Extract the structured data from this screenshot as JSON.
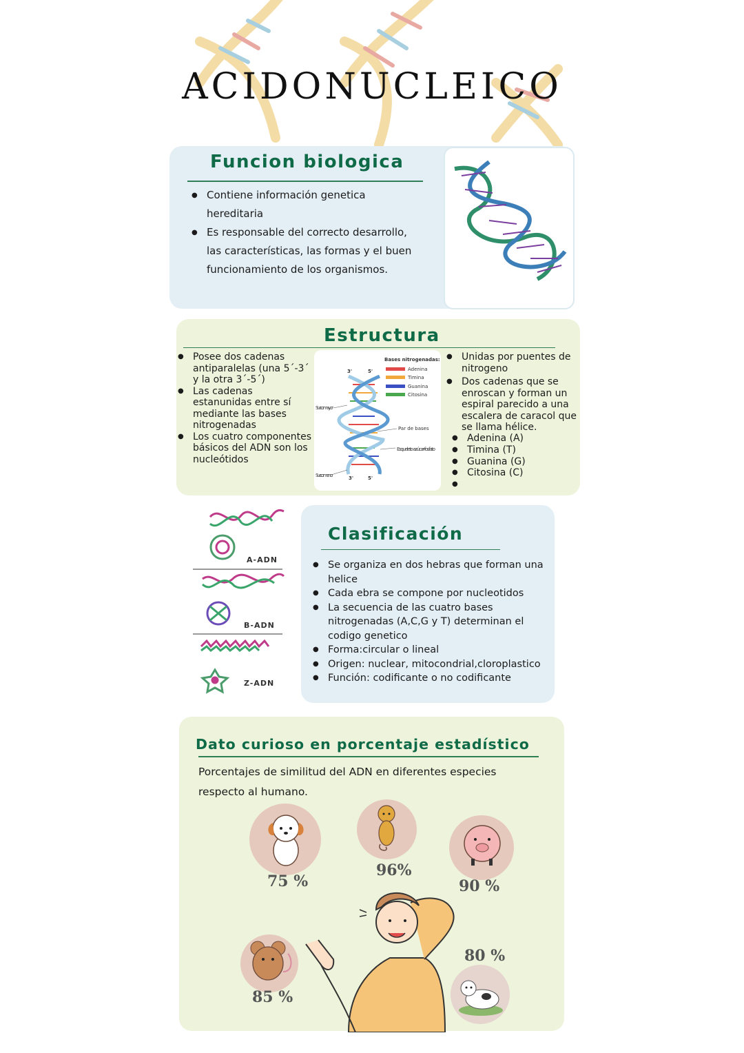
{
  "title": "ACIDONUCLEICO",
  "funcion": {
    "heading": "Funcion biologica",
    "items": [
      "Contiene información genetica hereditaria",
      "Es responsable del correcto desarrollo,  las características, las formas y el buen funcionamiento de los organismos."
    ]
  },
  "estructura": {
    "heading": "Estructura",
    "left_items": [
      "Posee dos cadenas antiparalelas (una 5´-3´ y la otra 3´-5´)",
      "Las cadenas estanunidas entre sí mediante las bases nitrogenadas",
      "Los cuatro componentes básicos del ADN son los nucleótidos"
    ],
    "right_items": [
      "Unidas por puentes de nitrogeno",
      "Dos cadenas que se enroscan y forman un espiral parecido a una escalera de caracol que se llama hélice."
    ],
    "bases": [
      "Adenina (A)",
      "Timina (T)",
      "Guanina (G)",
      "Citosina (C)",
      ""
    ],
    "diagram": {
      "legend_title": "Bases nitrogenadas:",
      "legend": [
        {
          "label": "Adenina",
          "color": "#e24a4a"
        },
        {
          "label": "Timina",
          "color": "#f0a93a"
        },
        {
          "label": "Guanina",
          "color": "#3a4fc2"
        },
        {
          "label": "Citosina",
          "color": "#4aa84e"
        }
      ],
      "end_top_left": "3'",
      "end_top_right": "5'",
      "end_bottom_left": "3'",
      "end_bottom_right": "5'",
      "surco_mayor": "Surco mayor",
      "surco_menor": "Surco menor",
      "par_bases": "Par de bases",
      "esqueleto": "Esqueleto azúcar-fosfato"
    }
  },
  "clasificacion": {
    "heading": "Clasificación",
    "items": [
      "Se organiza en dos hebras que forman una helice",
      "Cada ebra se compone por nucleotidos",
      "La secuencia de las cuatro bases nitrogenadas (A,C,G y T) determinan el codigo genetico",
      "Forma:circular o lineal",
      "Origen: nuclear, mitocondrial,cloroplastico",
      "Función: codificante o no codificante"
    ],
    "forms": [
      "A-ADN",
      "B-ADN",
      "Z-ADN"
    ]
  },
  "dato": {
    "heading": "Dato curioso en porcentaje estadístico",
    "subtitle": "Porcentajes de similitud del ADN en diferentes especies respecto al humano.",
    "animals": [
      {
        "name": "dog-icon",
        "pct": "75 %"
      },
      {
        "name": "monkey-icon",
        "pct": "96%"
      },
      {
        "name": "pig-icon",
        "pct": "90 %"
      },
      {
        "name": "mouse-icon",
        "pct": "85 %"
      },
      {
        "name": "cow-icon",
        "pct": "80 %"
      }
    ]
  },
  "colors": {
    "heading": "#0f6a47",
    "blue_card": "#e4eff5",
    "green_card": "#eef3dc"
  }
}
